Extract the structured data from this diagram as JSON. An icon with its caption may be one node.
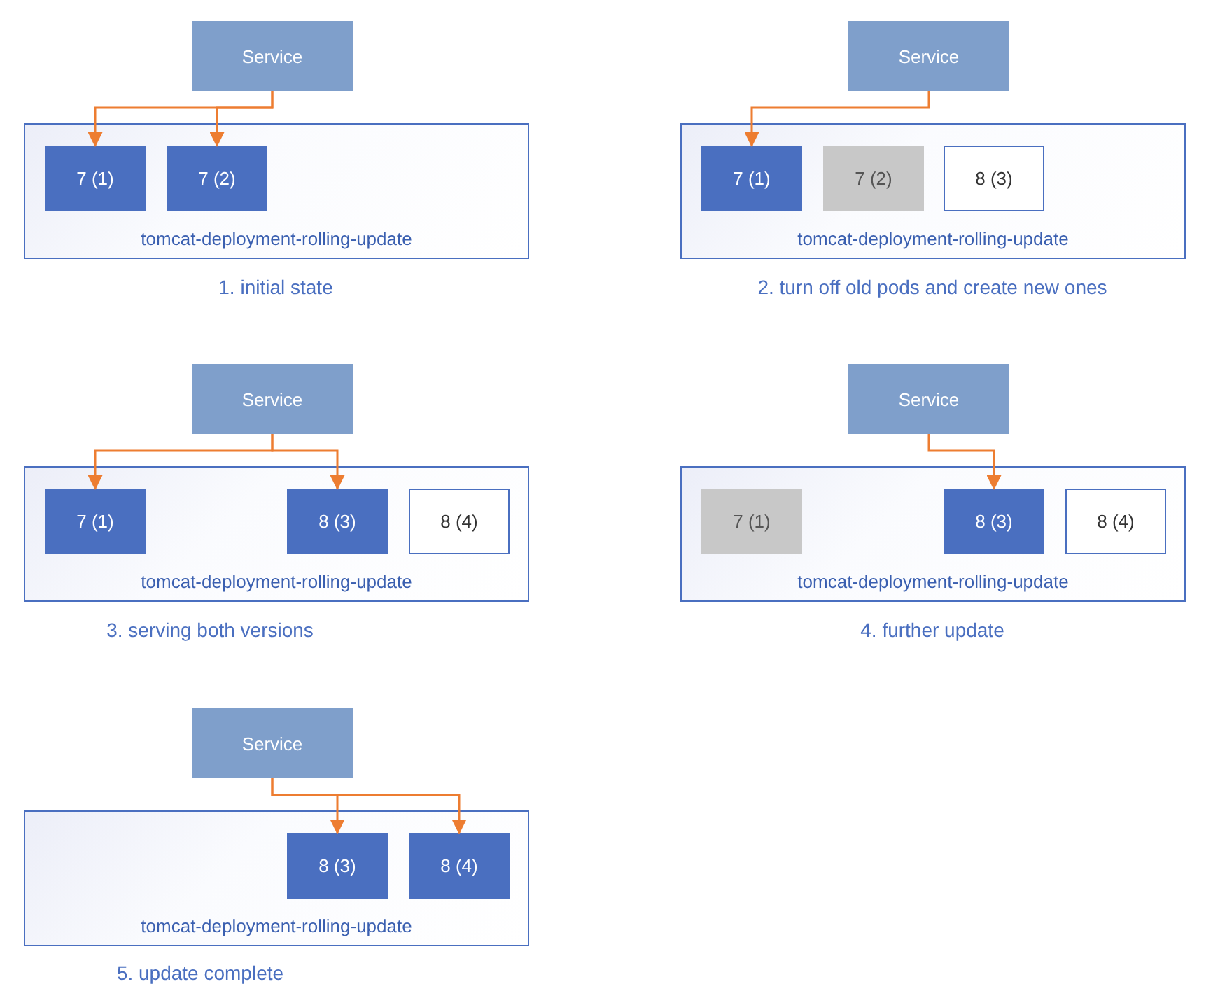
{
  "diagram": {
    "nodes": [
      {
        "text": [
          "Service"
        ]
      },
      {
        "text": [
          "tomcat-deployment-rolling-update"
        ]
      },
      {
        "text": [
          "7 (1)"
        ],
        "in": 1
      },
      {
        "text": [
          "7 (2)"
        ],
        "in": 1
      },
      {
        "text": [
          "Service"
        ]
      },
      {
        "text": [
          "tomcat-deployment-rolling-update"
        ]
      },
      {
        "text": [
          "7 (1)"
        ],
        "in": 5
      },
      {
        "text": [
          "7 (2)"
        ],
        "in": 5
      },
      {
        "text": [
          "8 (3)"
        ],
        "in": 5
      },
      {
        "text": [
          "Service"
        ]
      },
      {
        "text": [
          "tomcat-deployment-rolling-update"
        ]
      },
      {
        "text": [
          "7 (1)"
        ],
        "in": 10
      },
      {
        "text": [
          "8 (3)"
        ],
        "in": 10
      },
      {
        "text": [
          "8 (4)"
        ],
        "in": 10
      },
      {
        "text": [
          "Service"
        ]
      },
      {
        "text": [
          "tomcat-deployment-rolling-update"
        ]
      },
      {
        "text": [
          "7 (1)"
        ],
        "in": 15
      },
      {
        "text": [
          "8 (3)"
        ],
        "in": 15
      },
      {
        "text": [
          "8 (4)"
        ],
        "in": 15
      },
      {
        "text": [
          "Service"
        ]
      },
      {
        "text": [
          "tomcat-deployment-rolling-update"
        ]
      },
      {
        "text": [
          "8 (3)"
        ],
        "in": 20
      },
      {
        "text": [
          "8 (4)"
        ],
        "in": 20
      }
    ],
    "edges": [
      {
        "from": 0,
        "to": 2,
        "arrow": "to"
      },
      {
        "from": 0,
        "to": 3,
        "arrow": "to"
      },
      {
        "from": 4,
        "to": 6,
        "arrow": "to"
      },
      {
        "from": 9,
        "to": 11,
        "arrow": "to"
      },
      {
        "from": 9,
        "to": 12,
        "arrow": "to"
      },
      {
        "from": 14,
        "to": 17,
        "arrow": "to"
      },
      {
        "from": 19,
        "to": 21,
        "arrow": "to"
      },
      {
        "from": 19,
        "to": 22,
        "arrow": "to"
      }
    ],
    "labels": [
      "1. initial state",
      "2. turn off old pods and create new ones",
      "3. serving both versions",
      "4. further update",
      "5. update complete"
    ]
  }
}
